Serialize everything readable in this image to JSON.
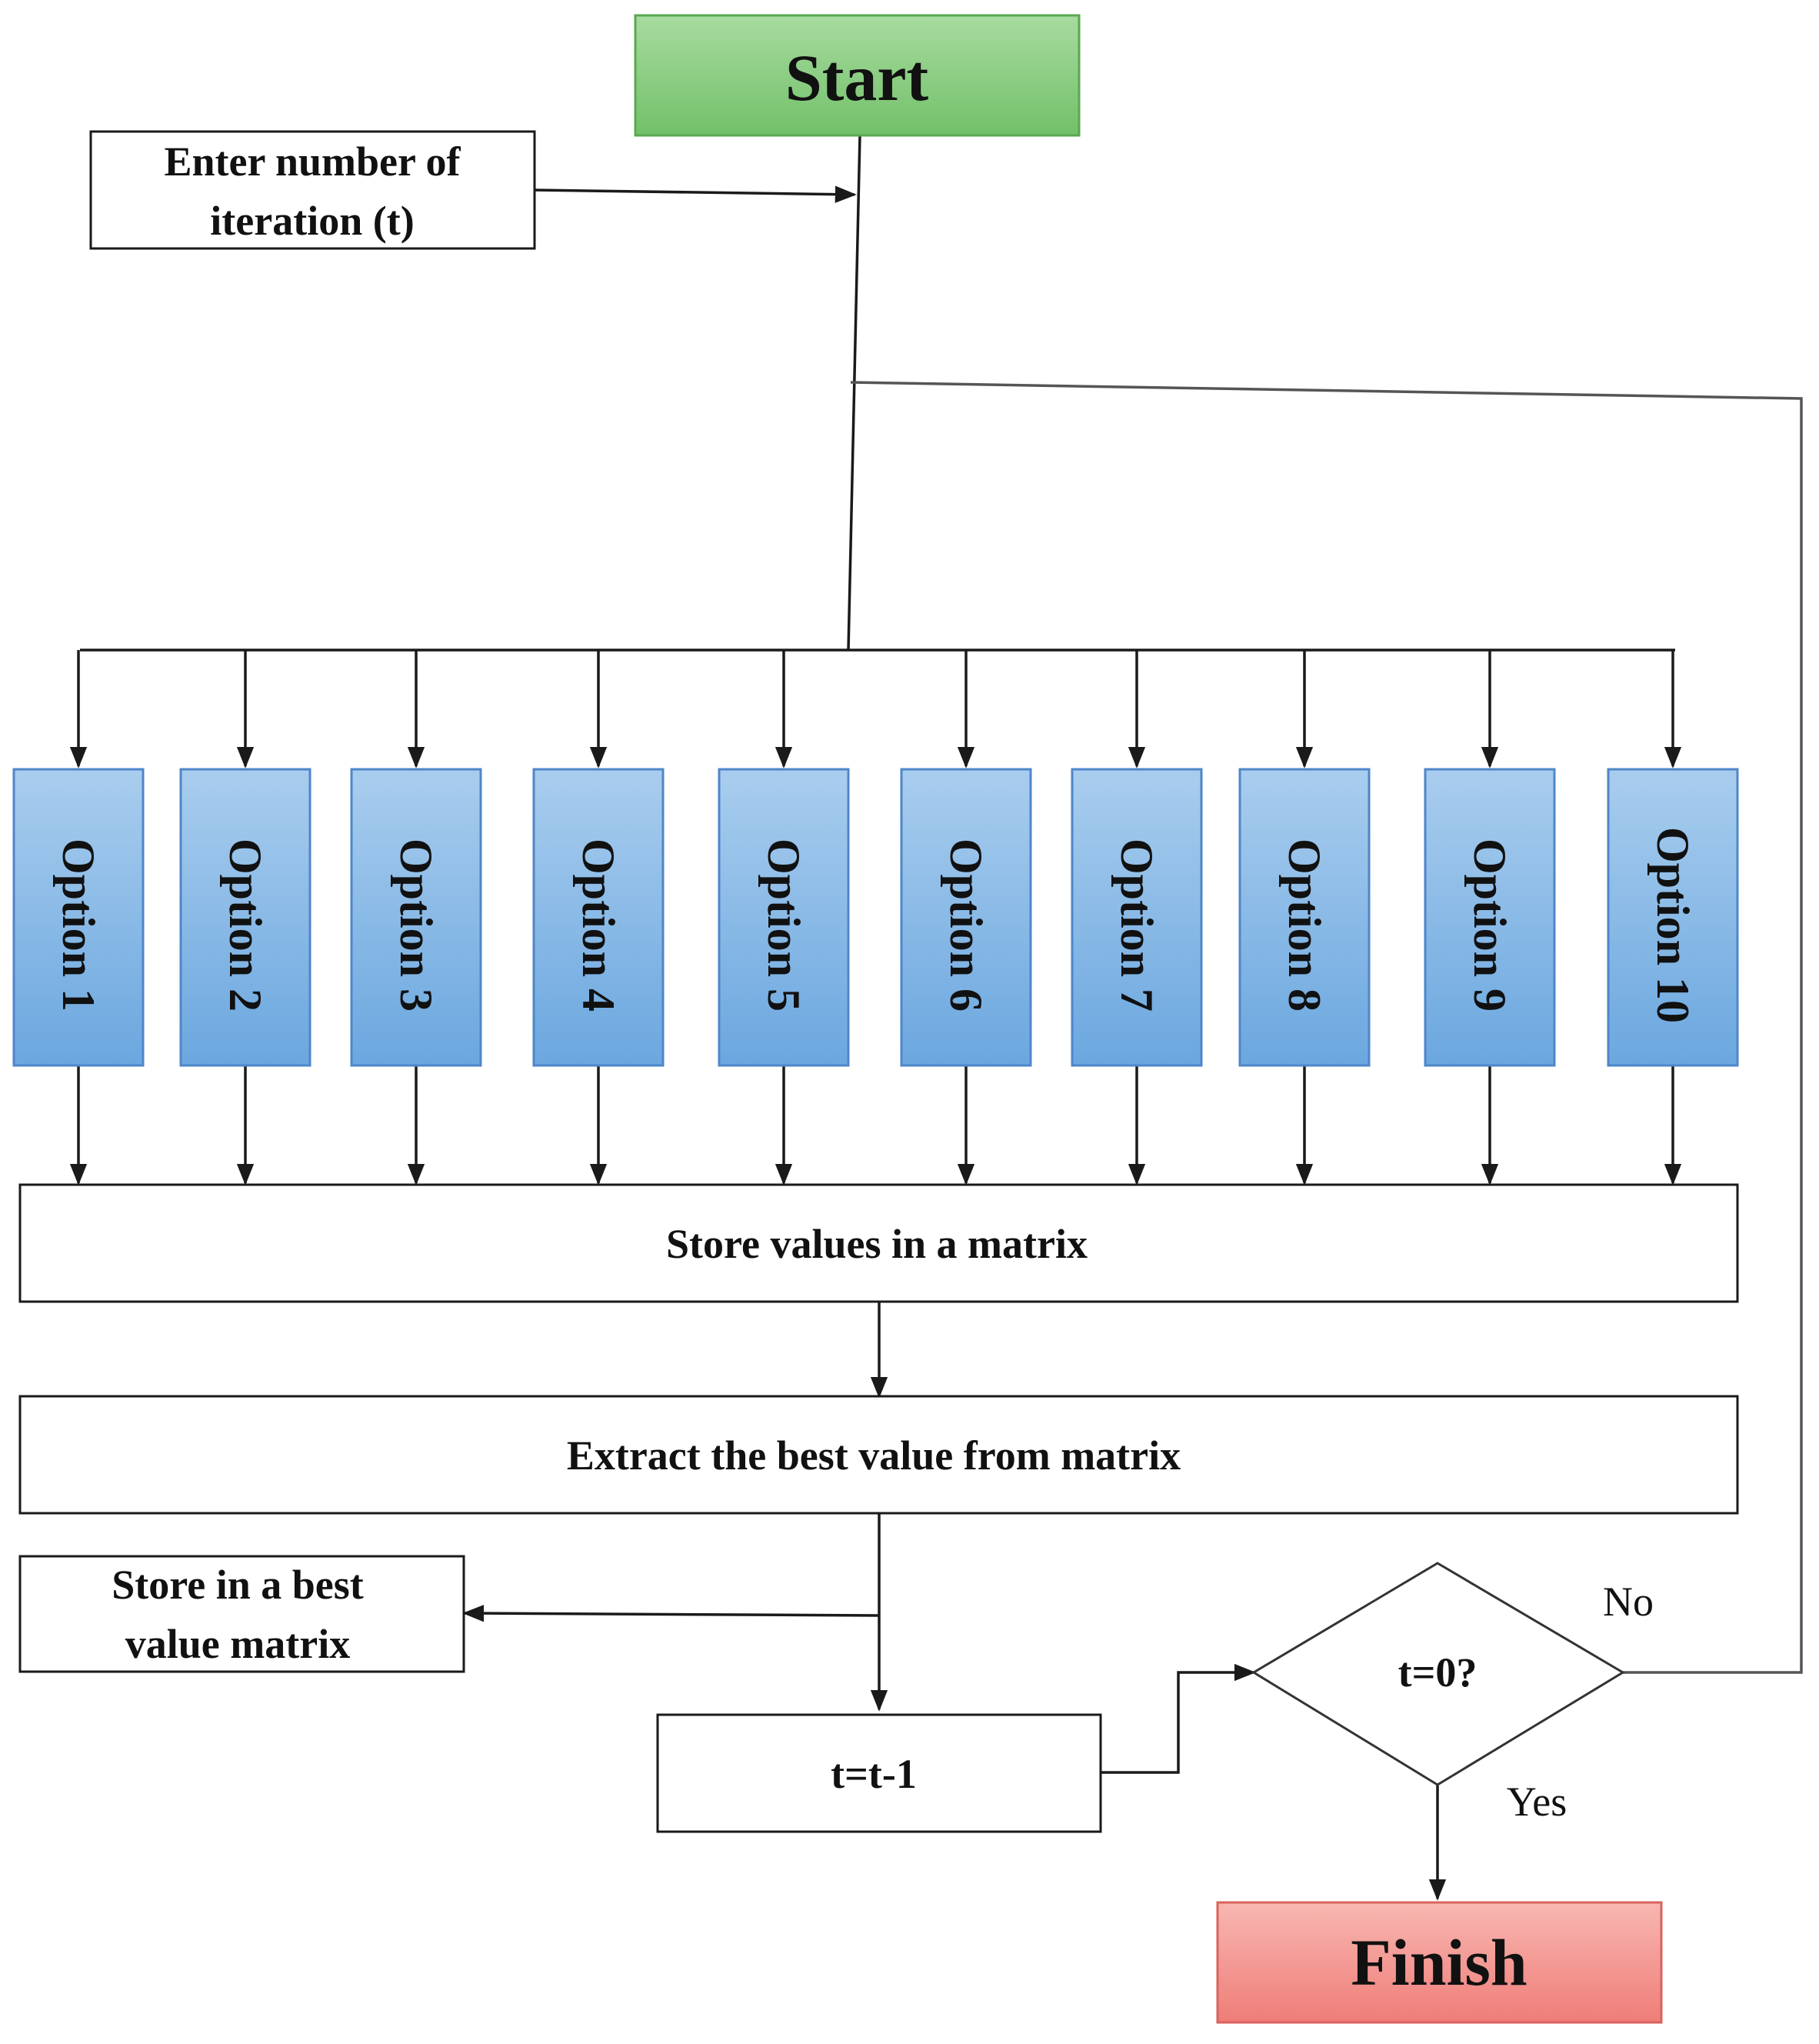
{
  "nodes": {
    "start": "Start",
    "input": [
      "Enter number  of",
      "iteration  (t)"
    ],
    "options": [
      "Option  1",
      "Option  2",
      "Option  3",
      "Option  4",
      "Option  5",
      "Option  6",
      "Option  7",
      "Option  8",
      "Option  9",
      "Option  10"
    ],
    "store_matrix": "Store values in  a matrix",
    "extract": "Extract  the best value  from  matrix",
    "store_best": [
      "Store in  a best",
      "value matrix"
    ],
    "decrement": "t=t-1",
    "decision": "t=0?",
    "finish": "Finish"
  },
  "edge_labels": {
    "no": "No",
    "yes": "Yes"
  },
  "colors": {
    "start_fill_top": "#a8dba0",
    "start_fill_bottom": "#72c069",
    "start_stroke": "#5aa84f",
    "option_fill_top": "#a9cdee",
    "option_fill_bottom": "#6ba7df",
    "finish_fill_top": "#f8b7b2",
    "finish_fill_bottom": "#ef7d78",
    "finish_stroke": "#d9635e"
  }
}
